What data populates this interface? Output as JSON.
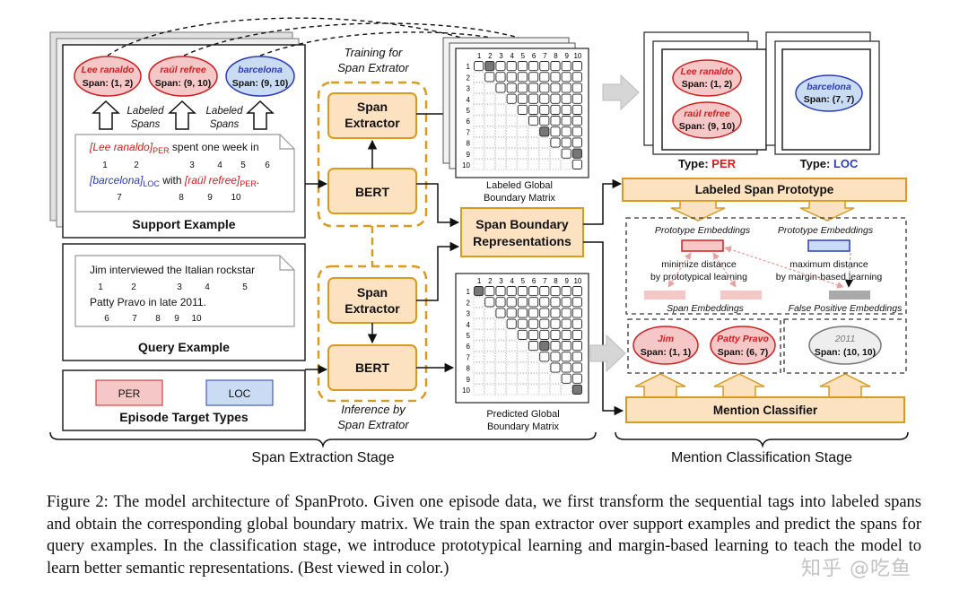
{
  "colors": {
    "per_red": "#cc2020",
    "loc_blue": "#2b3bb5",
    "orange_fill": "#fde2c2",
    "orange_stroke": "#d89a1f",
    "per_fill": "#f6c7c7",
    "loc_fill": "#c9dcf3"
  },
  "support": {
    "spans": [
      {
        "text": "Lee ranaldo",
        "span": "Span: (1, 2)",
        "type": "PER"
      },
      {
        "text": "raúl refree",
        "span": "Span: (9, 10)",
        "type": "PER"
      },
      {
        "text": "barcelona",
        "span": "Span: (9, 10)",
        "type": "LOC"
      }
    ],
    "labeled_spans_label": [
      "Labeled",
      "Spans"
    ],
    "labeled_spans_label2": [
      "Labeled",
      "Spans"
    ],
    "sentence": {
      "line1_entity": "[Lee ranaldo]",
      "line1_tag": "PER",
      "line1_rest": " spent one week in",
      "line1_nums": [
        "1",
        "2",
        "3",
        "4",
        "5",
        "6"
      ],
      "line2_entity1": "[barcelona]",
      "line2_tag1": "LOC",
      "line2_mid": " with ",
      "line2_entity2": "[raül refree]",
      "line2_tag2": "PER",
      "line2_end": ".",
      "line2_nums": [
        "7",
        "8",
        "9",
        "10"
      ]
    },
    "title": "Support Example"
  },
  "query": {
    "line1": "Jim interviewed the Italian rockstar",
    "line1_nums": [
      "1",
      "2",
      "3",
      "4",
      "5"
    ],
    "line2": "Patty Pravo in late 2011.",
    "line2_nums": [
      "6",
      "7",
      "8",
      "9",
      "10"
    ],
    "title": "Query Example"
  },
  "targets": {
    "types": [
      "PER",
      "LOC"
    ],
    "title": "Episode Target Types"
  },
  "training_label": [
    "Training for",
    "Span Extrator"
  ],
  "inference_label": [
    "Inference by",
    "Span Extrator"
  ],
  "span_extractor": [
    "Span",
    "Extractor"
  ],
  "bert": "BERT",
  "span_boundary": [
    "Span Boundary",
    "Representations"
  ],
  "labeled_matrix": {
    "ticks": [
      "1",
      "2",
      "3",
      "4",
      "5",
      "6",
      "7",
      "8",
      "9",
      "10"
    ],
    "caption": [
      "Labeled Global",
      "Boundary Matrix"
    ]
  },
  "predicted_matrix": {
    "ticks": [
      "1",
      "2",
      "3",
      "4",
      "5",
      "6",
      "7",
      "8",
      "9",
      "10"
    ],
    "caption": [
      "Predicted Global",
      "Boundary Matrix"
    ]
  },
  "per_cards": [
    {
      "text": "Lee ranaldo",
      "span": "Span: (1, 2)"
    },
    {
      "text": "raúl refree",
      "span": "Span: (9, 10)"
    }
  ],
  "type_per": {
    "prefix": "Type: ",
    "name": "PER"
  },
  "loc_card": {
    "text": "barcelona",
    "span": "Span: (7, 7)"
  },
  "type_loc": {
    "prefix": "Type: ",
    "name": "LOC"
  },
  "labeled_span_prototype": "Labeled Span Prototype",
  "prototype": {
    "left_label": "Prototype Embeddings",
    "right_label": "Prototype Embeddings",
    "minimize": [
      "minimize distance",
      "by prototypical learning"
    ],
    "maximum": [
      "maximum distance",
      "by margin-based learning"
    ],
    "span_embeddings": "Span Embeddings",
    "false_positive": "False Positive Embeddings"
  },
  "predictions": [
    {
      "text": "Jim",
      "span": "Span: (1, 1)"
    },
    {
      "text": "Patty Pravo",
      "span": "Span: (6, 7)"
    },
    {
      "text": "2011",
      "span": "Span: (10, 10)"
    }
  ],
  "mention_classifier": "Mention Classifier",
  "stages": {
    "extraction": "Span Extraction Stage",
    "classification": "Mention Classification Stage"
  },
  "caption": "Figure 2: The model architecture of SpanProto. Given one episode data, we first transform the sequential tags into labeled spans and obtain the corresponding global boundary matrix. We train the span extractor over support examples and predict the spans for query examples. In the classification stage, we introduce prototypical learning and margin-based learning to teach the model to learn better semantic representations. (Best viewed in color.)",
  "watermark": "知乎 @吃鱼"
}
